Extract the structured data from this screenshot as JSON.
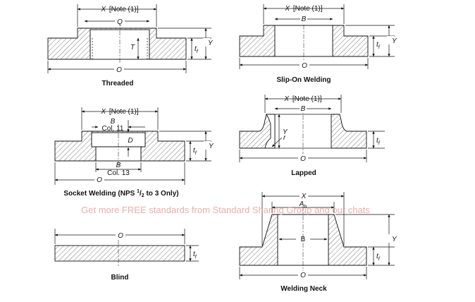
{
  "figures": {
    "threaded": {
      "caption": "Threaded",
      "x_label_var": "X",
      "x_label_note": "[Note (1)]",
      "q_label": "Q",
      "t_label": "T",
      "tf_label": "t",
      "tf_sub": "f",
      "y_label": "Y",
      "o_label": "O"
    },
    "slip_on": {
      "caption": "Slip-On Welding",
      "x_label_var": "X",
      "x_label_note": "[Note (1)]",
      "b_label": "B",
      "tf_label": "t",
      "tf_sub": "f",
      "y_label": "Y",
      "o_label": "O"
    },
    "socket": {
      "caption_pre": "Socket Welding (NPS ",
      "caption_sup": "1",
      "caption_sub": "2",
      "caption_post": " to 3 Only)",
      "x_label_var": "X",
      "x_label_note": "[Note (1)]",
      "b_top": "B",
      "col_top": "Col. 11",
      "d_label": "D",
      "b_bot": "B",
      "col_bot": "Col. 13",
      "tf_label": "t",
      "tf_sub": "f",
      "y_label": "Y",
      "o_label": "O"
    },
    "lapped": {
      "caption": "Lapped",
      "x_label_var": "X",
      "x_label_note": "[Note (1)]",
      "b_label": "B",
      "r_label": "r",
      "y_label": "Y",
      "tf_label": "t",
      "tf_sub": "f",
      "o_label": "O"
    },
    "blind": {
      "caption": "Blind",
      "o_label": "O",
      "tf_label": "t",
      "tf_sub": "f"
    },
    "welding_neck": {
      "caption": "Welding Neck",
      "x_label": "X",
      "ah_label": "A",
      "ah_sub": "h",
      "b_label": "B",
      "y_label": "Y",
      "tf_label": "t",
      "tf_sub": "f",
      "o_label": "O"
    }
  },
  "watermark": "Get more FREE standards from Standard Sharing Group and our chats"
}
